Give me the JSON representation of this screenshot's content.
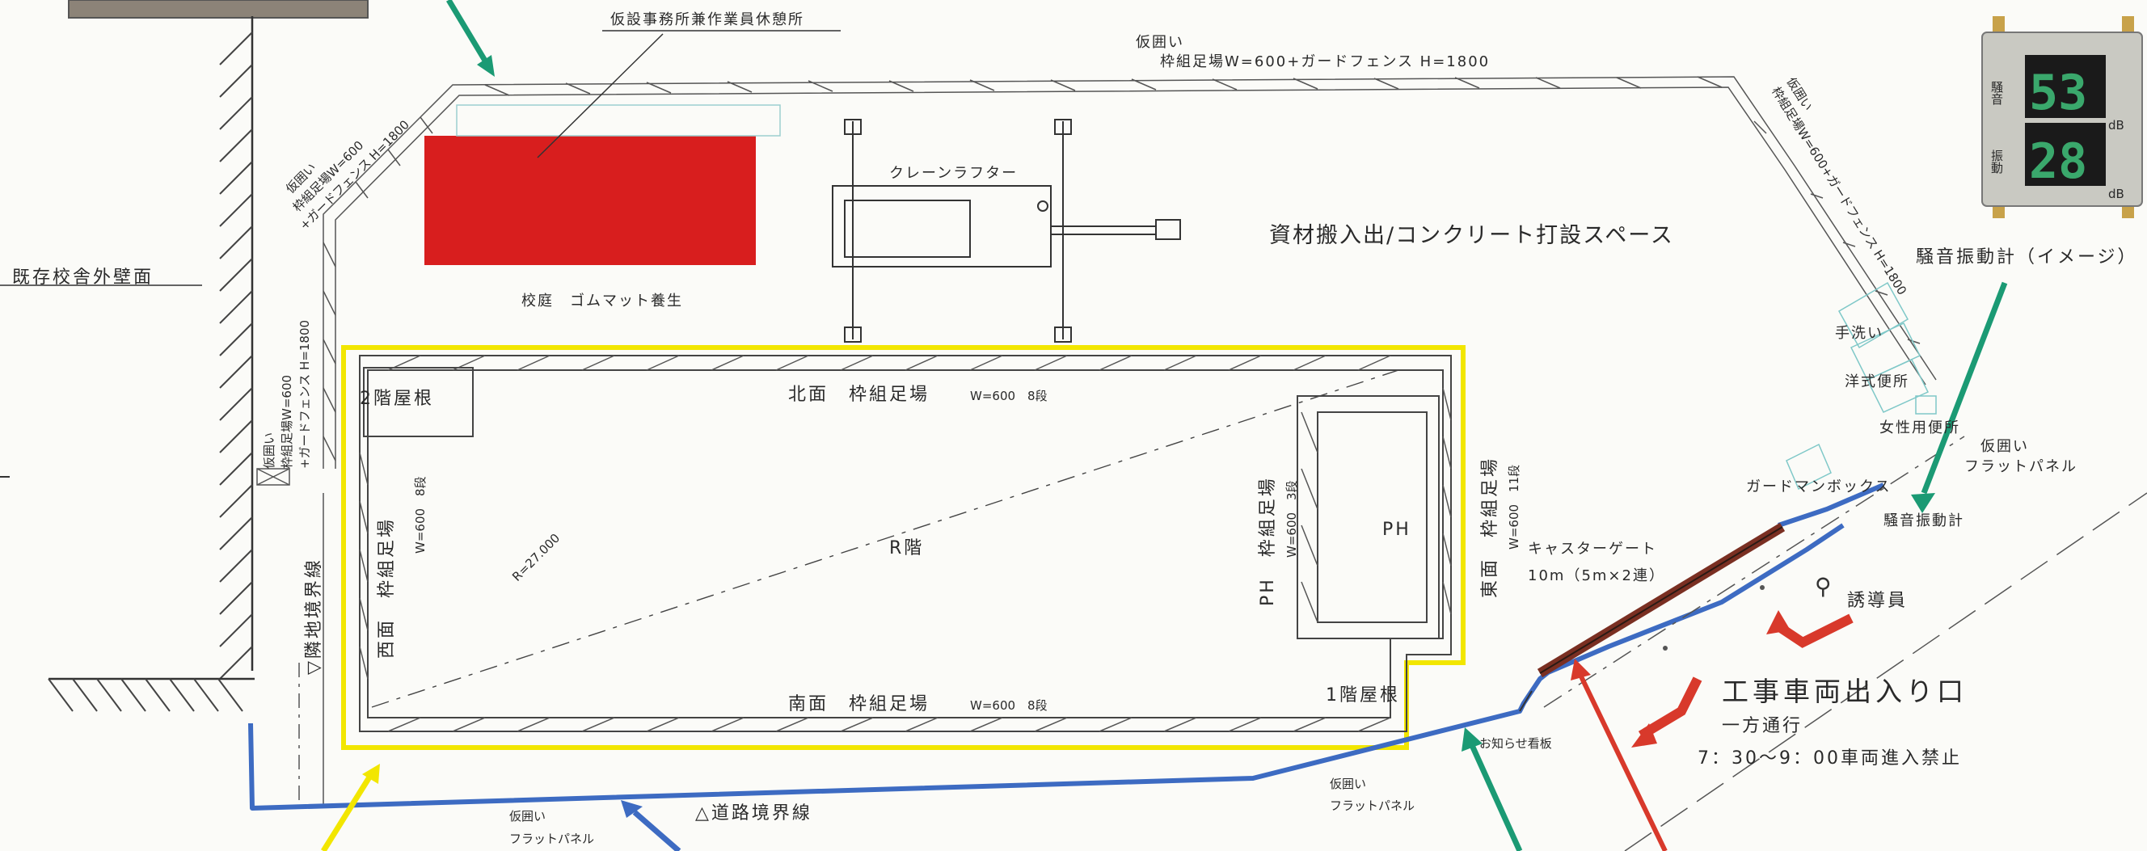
{
  "labels": {
    "office": "仮設事務所兼作業員休憩所",
    "fence_top_l1": "仮囲い",
    "fence_top_l2": "枠組足場W=600+ガードフェンス H=1800",
    "fence_nw_l1": "仮囲い",
    "fence_nw_l2": "枠組足場W=600",
    "fence_nw_l3": "+ガードフェンス H=1800",
    "fence_w_l1": "仮囲い",
    "fence_w_l2": "枠組足場W=600",
    "fence_w_l3": "+ガードフェンス H=1800",
    "fence_ne_l1": "仮囲い",
    "fence_ne_l2": "枠組足場W=600+ガードフェンス H=1800",
    "existing_wall": "既存校舎外壁面",
    "crane": "クレーンラフター",
    "materials_space": "資材搬入出/コンクリート打設スペース",
    "schoolyard": "校庭　ゴムマット養生",
    "noise_meter_image": "騒音振動計（イメージ）",
    "meter_noise_label": "騒音",
    "meter_vib_label": "振動",
    "meter_noise_value": "53",
    "meter_vib_value": "28",
    "meter_unit": "dB",
    "hand_wash": "手洗い",
    "western_toilet": "洋式便所",
    "female_toilet": "女性用便所",
    "flat_panel_e_l1": "仮囲い",
    "flat_panel_e_l2": "フラットパネル",
    "guardman_box": "ガードマンボックス",
    "noise_meter": "騒音振動計",
    "caster_gate_l1": "キャスターゲート",
    "caster_gate_l2": "10m（5m×2連）",
    "guide": "誘導員",
    "entrance": "工事車両出入り口",
    "one_way": "一方通行",
    "no_entry": "7：30〜9：00車両進入禁止",
    "notice_board": "お知らせ看板",
    "flat_panel_s_l1": "仮囲い",
    "flat_panel_s_l2": "フラットパネル",
    "road_boundary": "△道路境界線",
    "flat_panel_sw_l1": "仮囲い",
    "flat_panel_sw_l2": "フラットパネル",
    "roof_2f": "2階屋根",
    "roof_1f": "1階屋根",
    "north_face": "北面　枠組足場",
    "north_spec": "W=600　8段",
    "south_face": "南面　枠組足場",
    "south_spec": "W=600　8段",
    "west_face": "西面　枠組足場",
    "west_spec": "W=600　8段",
    "east_face": "東面　枠組足場",
    "east_spec": "W=600　11段",
    "ph_face": "PH　枠組足場",
    "ph_spec": "W=600　3段",
    "ph": "PH",
    "r_floor": "R階",
    "radius": "R=27.000",
    "neighbor_boundary": "▽隣地境界線"
  },
  "colors": {
    "scaffold_outline": "#f2e600",
    "office_fill": "#d81e1e",
    "flat_panel_line": "#3d6bc2",
    "gate": "#7a2f22",
    "arrow_green": "#1b9a74",
    "arrow_blue": "#3d6bc2",
    "arrow_red": "#d8392b",
    "arrow_yellow": "#f2e600"
  }
}
